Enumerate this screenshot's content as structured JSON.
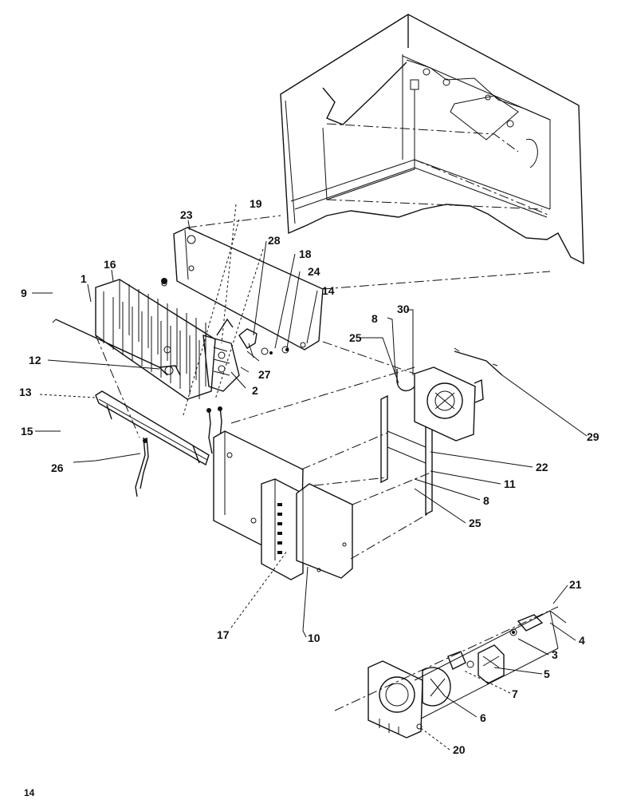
{
  "page": {
    "page_number": "14"
  },
  "callouts": [
    {
      "id": "c9",
      "text": "9"
    },
    {
      "id": "c1",
      "text": "1"
    },
    {
      "id": "c16",
      "text": "16"
    },
    {
      "id": "c23",
      "text": "23"
    },
    {
      "id": "c19",
      "text": "19"
    },
    {
      "id": "c28",
      "text": "28"
    },
    {
      "id": "c18",
      "text": "18"
    },
    {
      "id": "c24",
      "text": "24"
    },
    {
      "id": "c14",
      "text": "14"
    },
    {
      "id": "c12",
      "text": "12"
    },
    {
      "id": "c13",
      "text": "13"
    },
    {
      "id": "c15",
      "text": "15"
    },
    {
      "id": "c26",
      "text": "26"
    },
    {
      "id": "c27",
      "text": "27"
    },
    {
      "id": "c2",
      "text": "2"
    },
    {
      "id": "c8a",
      "text": "8"
    },
    {
      "id": "c30",
      "text": "30"
    },
    {
      "id": "c25a",
      "text": "25"
    },
    {
      "id": "c29",
      "text": "29"
    },
    {
      "id": "c22",
      "text": "22"
    },
    {
      "id": "c11",
      "text": "11"
    },
    {
      "id": "c8b",
      "text": "8"
    },
    {
      "id": "c25b",
      "text": "25"
    },
    {
      "id": "c17",
      "text": "17"
    },
    {
      "id": "c10",
      "text": "10"
    },
    {
      "id": "c21",
      "text": "21"
    },
    {
      "id": "c4",
      "text": "4"
    },
    {
      "id": "c3",
      "text": "3"
    },
    {
      "id": "c5",
      "text": "5"
    },
    {
      "id": "c7",
      "text": "7"
    },
    {
      "id": "c6",
      "text": "6"
    },
    {
      "id": "c20",
      "text": "20"
    }
  ]
}
